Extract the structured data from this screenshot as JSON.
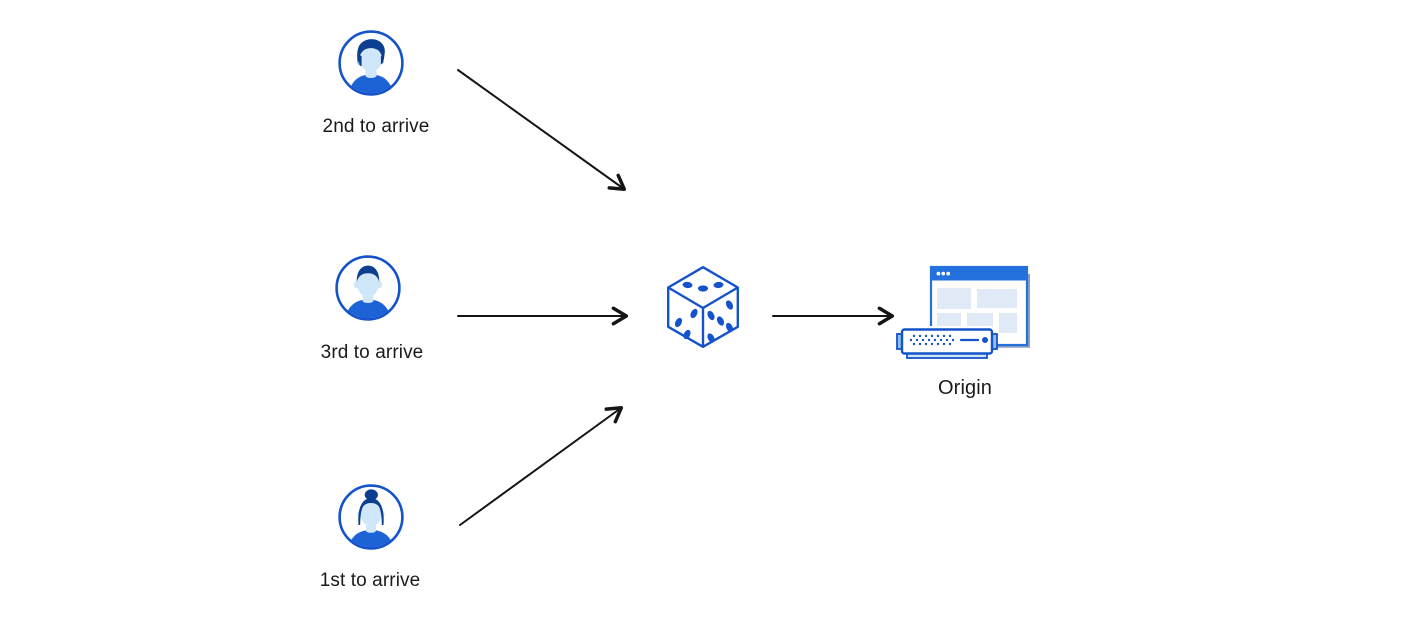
{
  "users": [
    {
      "label": "2nd to arrive",
      "icon": "male-user-avatar"
    },
    {
      "label": "3rd to arrive",
      "icon": "male-user-avatar"
    },
    {
      "label": "1st to arrive",
      "icon": "female-user-avatar"
    }
  ],
  "randomizer": {
    "icon": "dice-icon"
  },
  "origin": {
    "label": "Origin",
    "icon": "origin-server-icon"
  },
  "connections": [
    {
      "from": "2nd to arrive",
      "to": "dice"
    },
    {
      "from": "3rd to arrive",
      "to": "dice"
    },
    {
      "from": "1st to arrive",
      "to": "dice"
    },
    {
      "from": "dice",
      "to": "Origin"
    }
  ],
  "colors": {
    "background": "#ffffff",
    "primary_blue": "#1553cb",
    "hair_navy": "#0c3f90",
    "shirt_blue": "#1e63d6",
    "face_light_blue": "#cfe7f8",
    "browser_bar_blue": "#2470dc",
    "panel_light_blue": "#dfeaf6",
    "arrow_black": "#151515",
    "text_color": "#1a1a1a"
  }
}
